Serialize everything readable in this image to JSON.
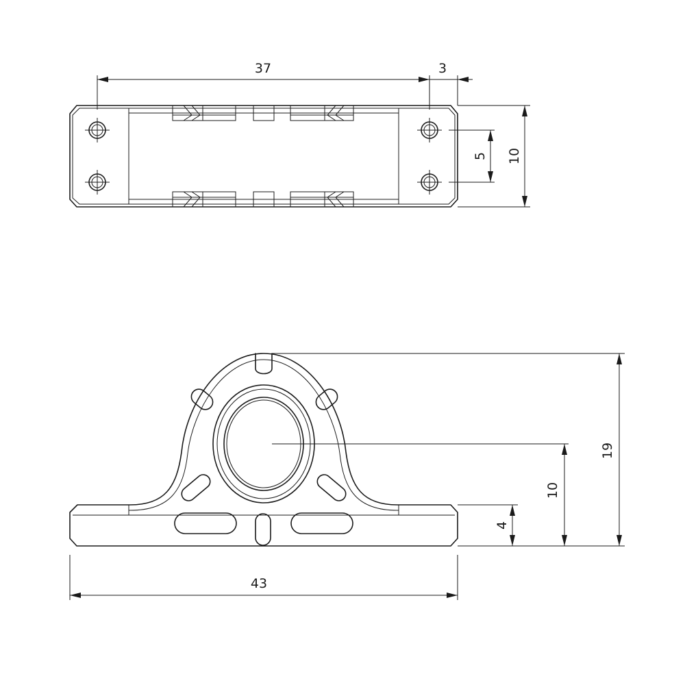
{
  "drawing": {
    "stroke_color": "#1a1a1a",
    "background": "#ffffff"
  },
  "top_view": {
    "dims": {
      "length": "37",
      "edge_offset": "3",
      "hole_spacing": "5",
      "width": "10"
    }
  },
  "front_view": {
    "dims": {
      "overall_length": "43",
      "overall_height": "19",
      "bore_center_height": "10",
      "base_thickness": "4"
    }
  }
}
